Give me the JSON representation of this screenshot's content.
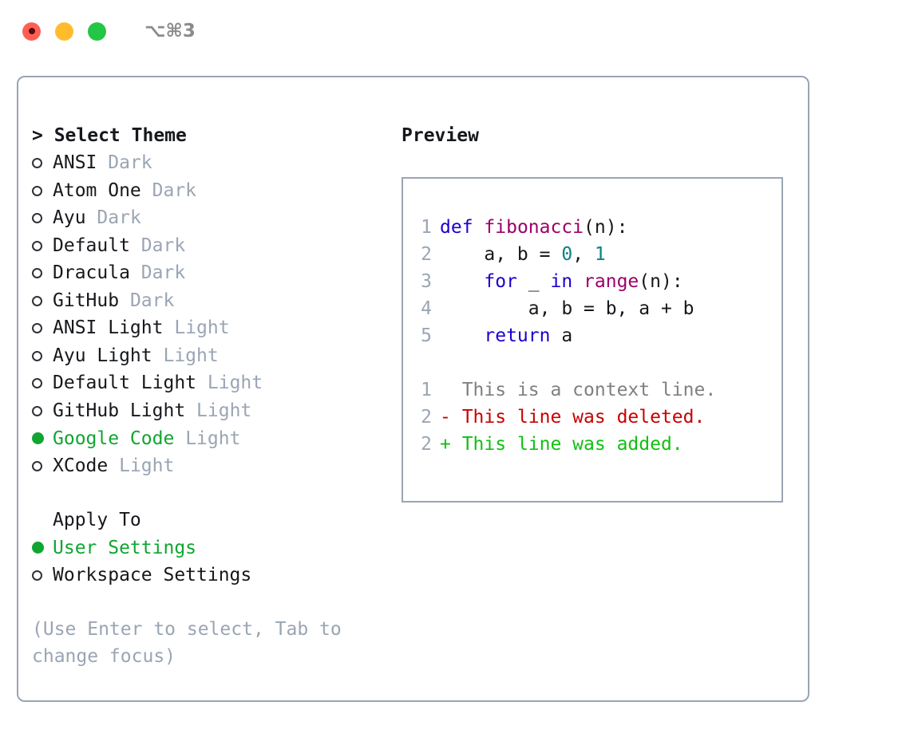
{
  "titlebar": {
    "shortcut": "⌥⌘3",
    "buttons": [
      {
        "name": "close",
        "color": "#ff5f57"
      },
      {
        "name": "minimize",
        "color": "#ffbd2e"
      },
      {
        "name": "zoom",
        "color": "#23c646"
      }
    ]
  },
  "theme_picker": {
    "header": "> Select Theme",
    "items": [
      {
        "label": "ANSI",
        "tag": "Dark",
        "selected": false
      },
      {
        "label": "Atom One",
        "tag": "Dark",
        "selected": false
      },
      {
        "label": "Ayu",
        "tag": "Dark",
        "selected": false
      },
      {
        "label": "Default",
        "tag": "Dark",
        "selected": false
      },
      {
        "label": "Dracula",
        "tag": "Dark",
        "selected": false
      },
      {
        "label": "GitHub",
        "tag": "Dark",
        "selected": false
      },
      {
        "label": "ANSI Light",
        "tag": "Light",
        "selected": false
      },
      {
        "label": "Ayu Light",
        "tag": "Light",
        "selected": false
      },
      {
        "label": "Default Light",
        "tag": "Light",
        "selected": false
      },
      {
        "label": "GitHub Light",
        "tag": "Light",
        "selected": false
      },
      {
        "label": "Google Code",
        "tag": "Light",
        "selected": true
      },
      {
        "label": "XCode",
        "tag": "Light",
        "selected": false
      }
    ]
  },
  "apply_to": {
    "header": "Apply To",
    "items": [
      {
        "label": "User Settings",
        "selected": true
      },
      {
        "label": "Workspace Settings",
        "selected": false
      }
    ]
  },
  "hint": "(Use Enter to select, Tab to change focus)",
  "preview": {
    "title": "Preview",
    "code_lines": [
      {
        "no": "1",
        "tokens": [
          {
            "t": "def",
            "c": "kw"
          },
          {
            "t": " ",
            "c": "plain"
          },
          {
            "t": "fibonacci",
            "c": "fn"
          },
          {
            "t": "(n):",
            "c": "plain"
          }
        ]
      },
      {
        "no": "2",
        "tokens": [
          {
            "t": "    a, b = ",
            "c": "plain"
          },
          {
            "t": "0",
            "c": "num"
          },
          {
            "t": ", ",
            "c": "plain"
          },
          {
            "t": "1",
            "c": "num"
          }
        ]
      },
      {
        "no": "3",
        "tokens": [
          {
            "t": "    ",
            "c": "plain"
          },
          {
            "t": "for",
            "c": "kw"
          },
          {
            "t": " _ ",
            "c": "plain"
          },
          {
            "t": "in",
            "c": "kw"
          },
          {
            "t": " ",
            "c": "plain"
          },
          {
            "t": "range",
            "c": "fn"
          },
          {
            "t": "(n):",
            "c": "plain"
          }
        ]
      },
      {
        "no": "4",
        "tokens": [
          {
            "t": "        a, b = b, a + b",
            "c": "plain"
          }
        ]
      },
      {
        "no": "5",
        "tokens": [
          {
            "t": "    ",
            "c": "plain"
          },
          {
            "t": "return",
            "c": "kw"
          },
          {
            "t": " a",
            "c": "plain"
          }
        ]
      }
    ],
    "diff_lines": [
      {
        "no": "1",
        "marker": "  ",
        "text": "This is a context line.",
        "kind": "ctx"
      },
      {
        "no": "2",
        "marker": "- ",
        "text": "This line was deleted.",
        "kind": "del"
      },
      {
        "no": "2",
        "marker": "+ ",
        "text": "This line was added.",
        "kind": "add"
      }
    ]
  },
  "colors": {
    "accent_green": "#10a531",
    "muted": "#9aa5b4",
    "keyword": "#1c00cf",
    "function": "#9c0069",
    "number": "#0b8080",
    "diff_delete": "#c90000",
    "diff_add": "#10c010",
    "border": "#9aa5b4"
  }
}
